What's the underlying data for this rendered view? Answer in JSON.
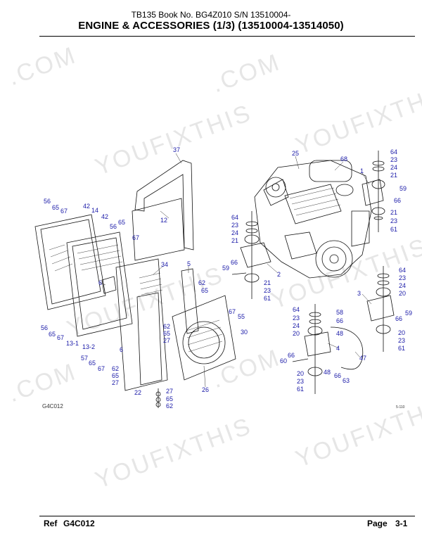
{
  "header": {
    "line1": "TB135  Book No. BG4Z010 S/N 13510004-",
    "line2": "ENGINE & ACCESSORIES (1/3) (13510004-13514050)"
  },
  "watermarks": [
    "YOUFIXTHIS",
    "YOUFIXTHIS",
    "YOUFIXTHIS",
    "YOUFIXTHIS",
    "YOUFIXTHIS",
    "YOUFIXTHIS",
    ".COM",
    ".COM",
    ".COM",
    ".COM"
  ],
  "figure_code": "G4C012",
  "figure_code_small": "5-110",
  "part_labels": [
    "37",
    "25",
    "68",
    "64",
    "23",
    "24",
    "21",
    "1",
    "59",
    "66",
    "21",
    "23",
    "61",
    "56",
    "65",
    "67",
    "42",
    "14",
    "42",
    "56",
    "65",
    "67",
    "12",
    "64",
    "23",
    "24",
    "21",
    "66",
    "59",
    "2",
    "21",
    "23",
    "61",
    "34",
    "5",
    "6",
    "62",
    "65",
    "64",
    "23",
    "24",
    "20",
    "3",
    "59",
    "66",
    "20",
    "23",
    "61",
    "67",
    "55",
    "30",
    "64",
    "23",
    "24",
    "20",
    "58",
    "66",
    "48",
    "56",
    "65",
    "67",
    "13-1",
    "13-2",
    "6",
    "57",
    "65",
    "67",
    "62",
    "65",
    "27",
    "62",
    "65",
    "27",
    "22",
    "27",
    "65",
    "62",
    "26",
    "4",
    "66",
    "60",
    "20",
    "23",
    "61",
    "48",
    "66",
    "63",
    "47"
  ],
  "footer": {
    "ref_label": "Ref",
    "ref_code": "G4C012",
    "page_label": "Page",
    "page_number": "3-1"
  }
}
